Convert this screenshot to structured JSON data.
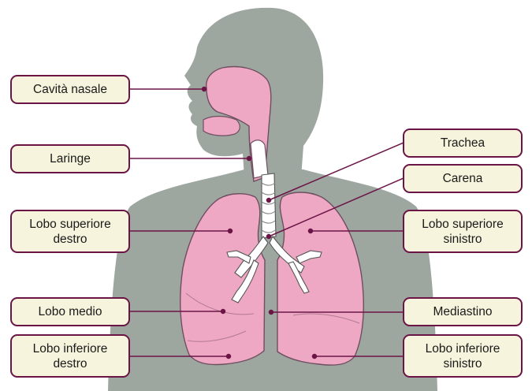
{
  "diagram": {
    "colors": {
      "silhouette": "#9ea6a0",
      "lung": "#eea8c3",
      "lung_outline": "#6e4f60",
      "airway": "#ffffff",
      "label_fill": "#f6f4dc",
      "label_border": "#6b1547",
      "leader_line": "#6b1547"
    },
    "labels": {
      "nasal_cavity": "Cavità nasale",
      "larynx": "Laringe",
      "right_upper_lobe": "Lobo superiore\ndestro",
      "right_middle_lobe": "Lobo medio",
      "right_lower_lobe": "Lobo inferiore\ndestro",
      "trachea": "Trachea",
      "carina": "Carena",
      "left_upper_lobe": "Lobo superiore\nsinistro",
      "mediastinum": "Mediastino",
      "left_lower_lobe": "Lobo inferiore\nsinistro"
    }
  }
}
